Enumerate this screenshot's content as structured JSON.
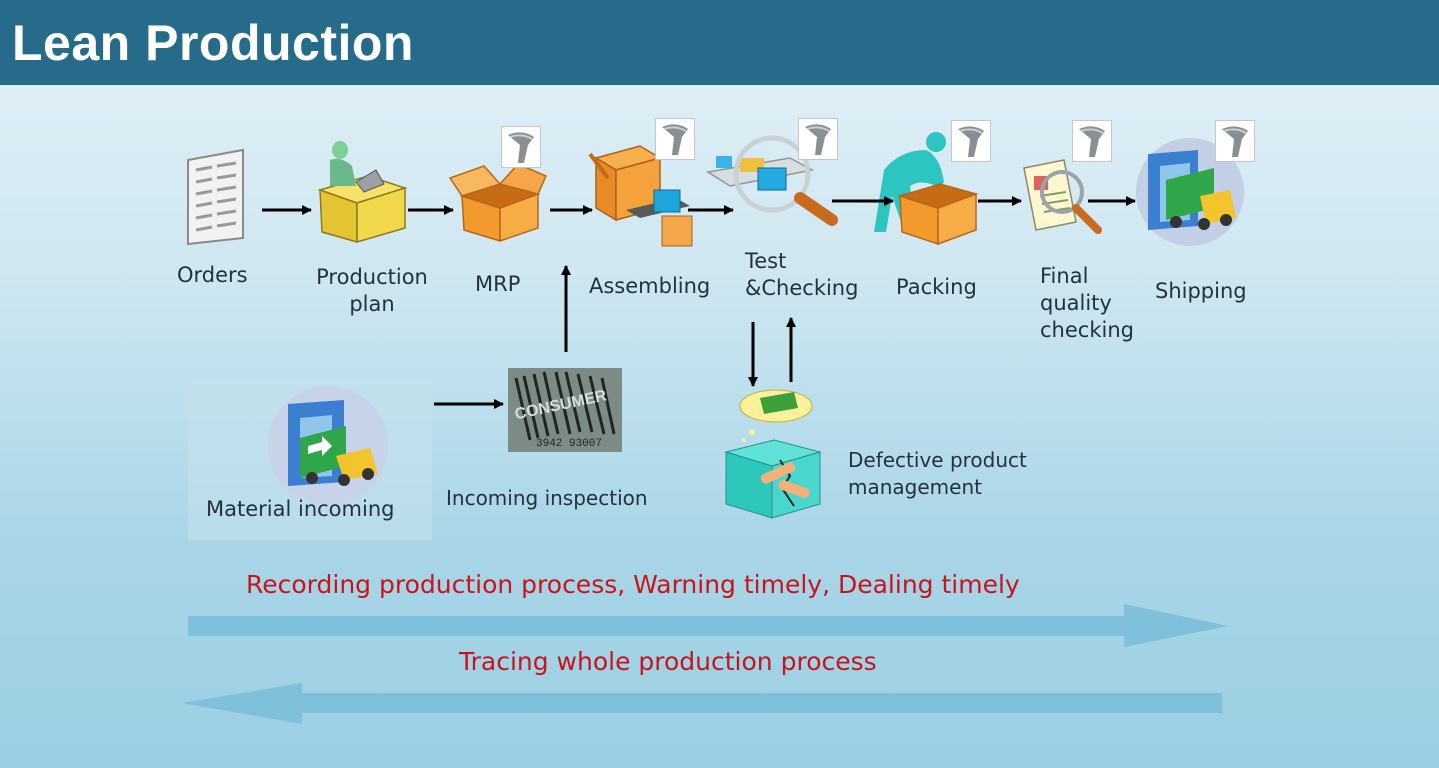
{
  "slide": {
    "title": "Lean Production"
  },
  "steps": [
    {
      "label": "Orders"
    },
    {
      "label": "Production\nplan"
    },
    {
      "label": "MRP"
    },
    {
      "label": "Assembling"
    },
    {
      "label": "Test\n&Checking"
    },
    {
      "label": "Packing"
    },
    {
      "label": "Final\nquality\nchecking"
    },
    {
      "label": "Shipping"
    }
  ],
  "side": {
    "material_incoming": "Material incoming",
    "incoming_inspection": "Incoming inspection",
    "defective": "Defective product\nmanagement",
    "barcode_text": "CONSUMER",
    "barcode_digits": "3942 93007"
  },
  "banners": {
    "forward": "Recording production process, Warning timely, Dealing timely",
    "backward": "Tracing whole production process"
  },
  "colors": {
    "header": "#276b8a",
    "banner_text": "#c8141c",
    "flow_arrow": "#7fc0da"
  }
}
